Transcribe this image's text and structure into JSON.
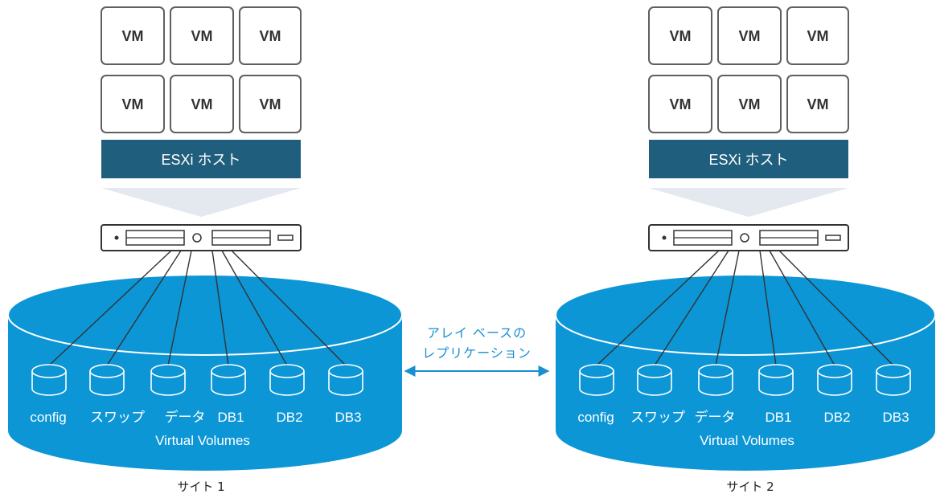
{
  "sites": [
    {
      "label": "サイト 1",
      "vms": [
        "VM",
        "VM",
        "VM",
        "VM",
        "VM",
        "VM"
      ],
      "host_label": "ESXi ホスト",
      "datastore_label": "Virtual Volumes",
      "volumes": [
        "config",
        "スワップ",
        "データ",
        "DB1",
        "DB2",
        "DB3"
      ]
    },
    {
      "label": "サイト 2",
      "vms": [
        "VM",
        "VM",
        "VM",
        "VM",
        "VM",
        "VM"
      ],
      "host_label": "ESXi ホスト",
      "datastore_label": "Virtual Volumes",
      "volumes": [
        "config",
        "スワップ",
        "データ",
        "DB1",
        "DB2",
        "DB3"
      ]
    }
  ],
  "replication": {
    "line1": "アレイ ベースの",
    "line2": "レプリケーション"
  },
  "colors": {
    "host_bar": "#1f5f7d",
    "datastore": "#0c96d6",
    "replication": "#1a8fd1",
    "funnel": "#e4e8ef"
  }
}
